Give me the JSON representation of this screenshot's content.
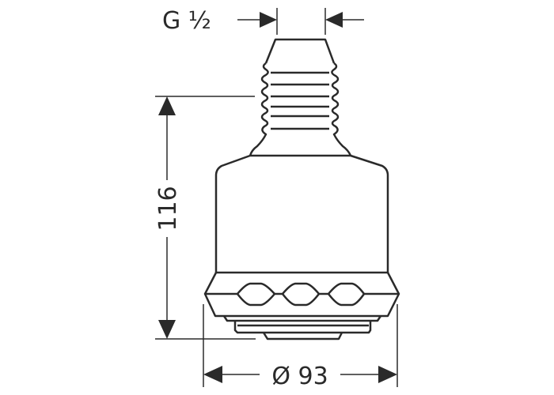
{
  "drawing": {
    "thread_label": "G ½",
    "height_label": "116",
    "diameter_label": "Ø 93"
  },
  "colors": {
    "line": "#2a2a2a",
    "background": "#ffffff"
  }
}
